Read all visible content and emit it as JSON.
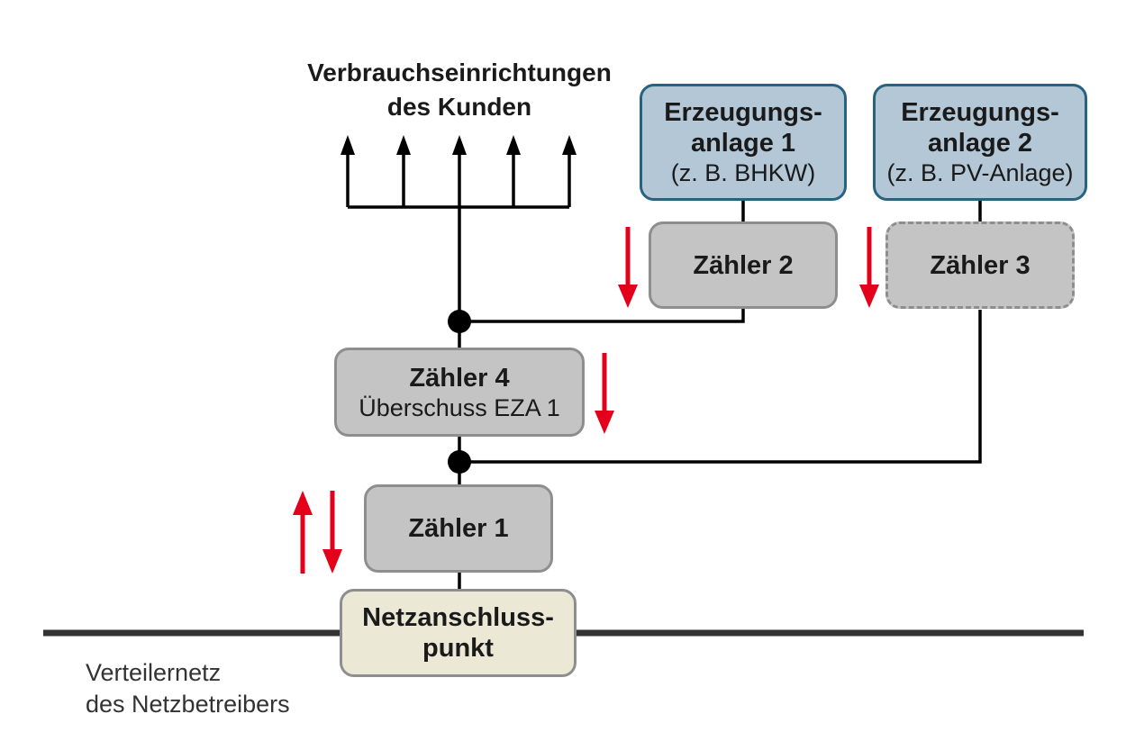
{
  "consumers": {
    "line1": "Verbrauchseinrichtungen",
    "line2": "des Kunden"
  },
  "generator1": {
    "line1": "Erzeugungs-",
    "line2": "anlage 1",
    "line3": "(z. B. BHKW)"
  },
  "generator2": {
    "line1": "Erzeugungs-",
    "line2": "anlage 2",
    "line3": "(z. B. PV-Anlage)"
  },
  "meter2": {
    "label": "Zähler 2"
  },
  "meter3": {
    "label": "Zähler 3"
  },
  "meter4": {
    "line1": "Zähler 4",
    "line2": "Überschuss EZA 1"
  },
  "meter1": {
    "label": "Zähler 1"
  },
  "grid_connection": {
    "line1": "Netzanschluss-",
    "line2": "punkt"
  },
  "distribution_grid": {
    "line1": "Verteilernetz",
    "line2": "des Netzbetreibers"
  },
  "colors": {
    "line": "#000000",
    "arrow_red": "#e2001a",
    "meter_fill": "#c4c4c4",
    "generator_fill": "#b3c7d6",
    "generator_border": "#27627f",
    "grid_point_fill": "#ebe8d6",
    "grid_line": "#333333"
  }
}
